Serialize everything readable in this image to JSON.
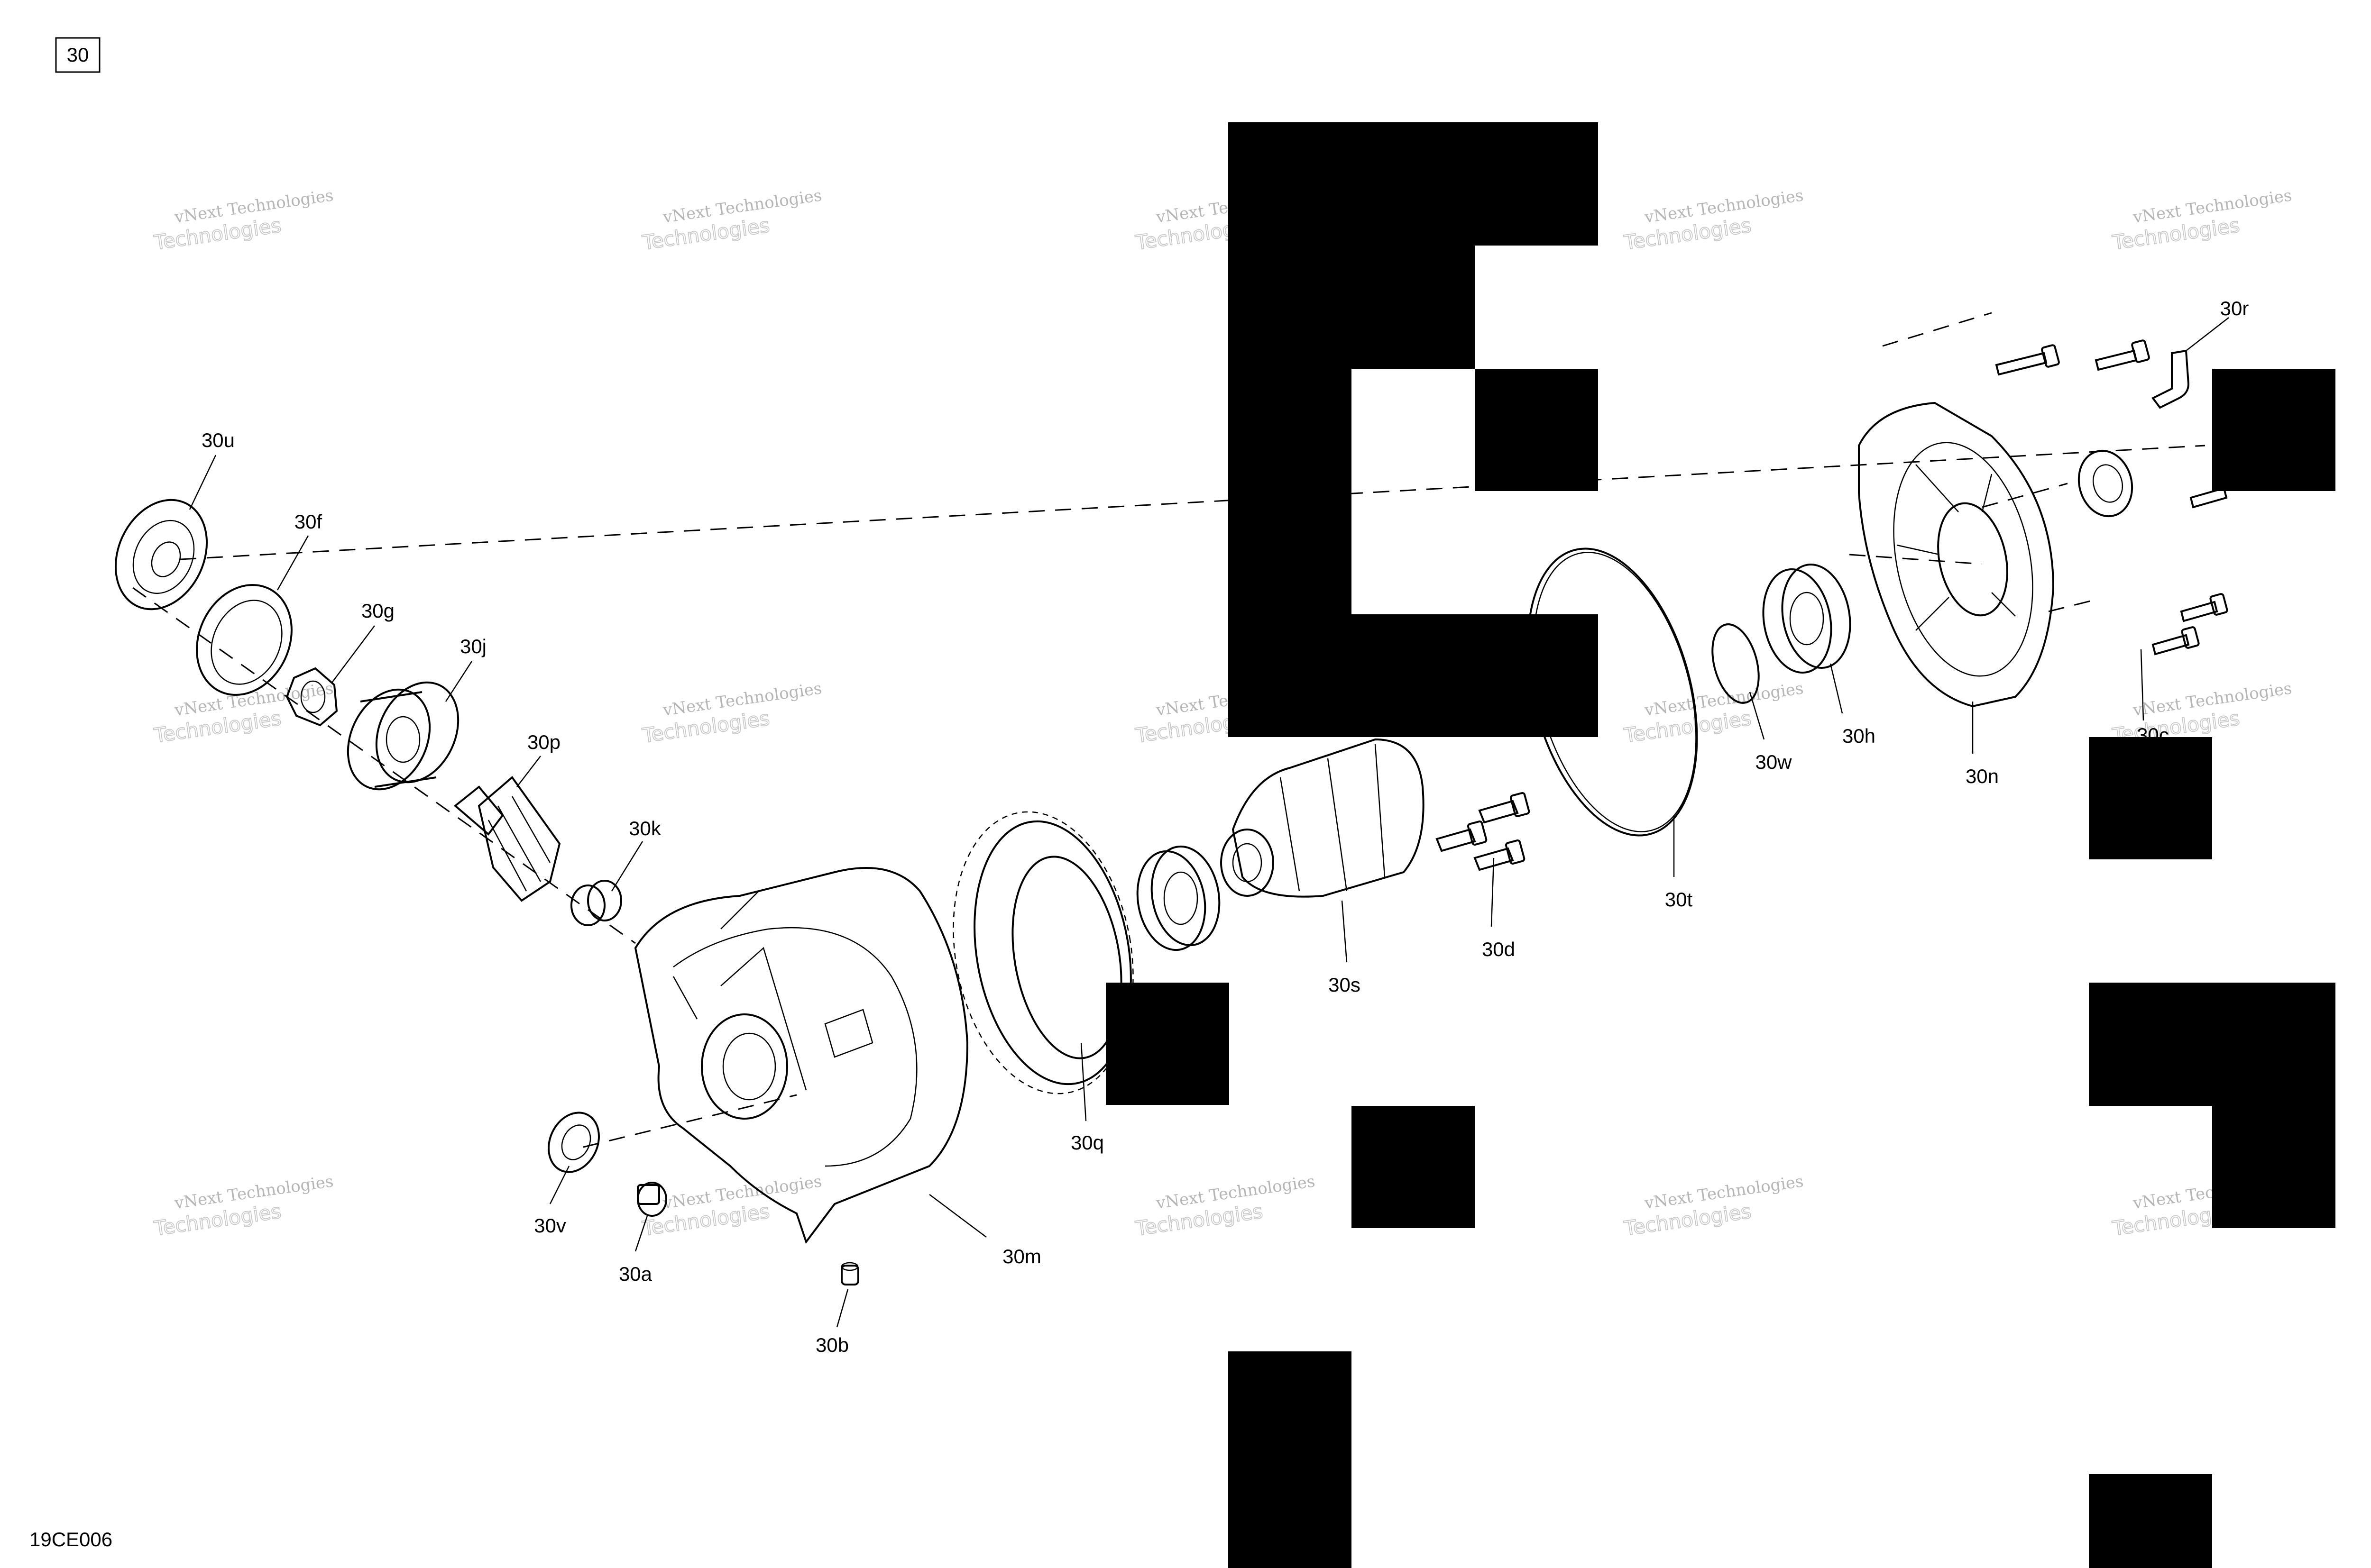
{
  "figure": {
    "group_number": "30",
    "drawing_code": "19CE006",
    "watermark": {
      "line1": "vNext Technologies",
      "line2": "Technologies"
    },
    "callouts": [
      {
        "id": "30u",
        "label": "30u"
      },
      {
        "id": "30f",
        "label": "30f"
      },
      {
        "id": "30g",
        "label": "30g"
      },
      {
        "id": "30j",
        "label": "30j"
      },
      {
        "id": "30p",
        "label": "30p"
      },
      {
        "id": "30k",
        "label": "30k"
      },
      {
        "id": "30q",
        "label": "30q"
      },
      {
        "id": "30s",
        "label": "30s"
      },
      {
        "id": "30d",
        "label": "30d"
      },
      {
        "id": "30t",
        "label": "30t"
      },
      {
        "id": "30w",
        "label": "30w"
      },
      {
        "id": "30h",
        "label": "30h"
      },
      {
        "id": "30n",
        "label": "30n"
      },
      {
        "id": "30r",
        "label": "30r"
      },
      {
        "id": "30c",
        "label": "30c"
      },
      {
        "id": "30v",
        "label": "30v"
      },
      {
        "id": "30a",
        "label": "30a"
      },
      {
        "id": "30m",
        "label": "30m"
      },
      {
        "id": "30b",
        "label": "30b"
      }
    ]
  }
}
